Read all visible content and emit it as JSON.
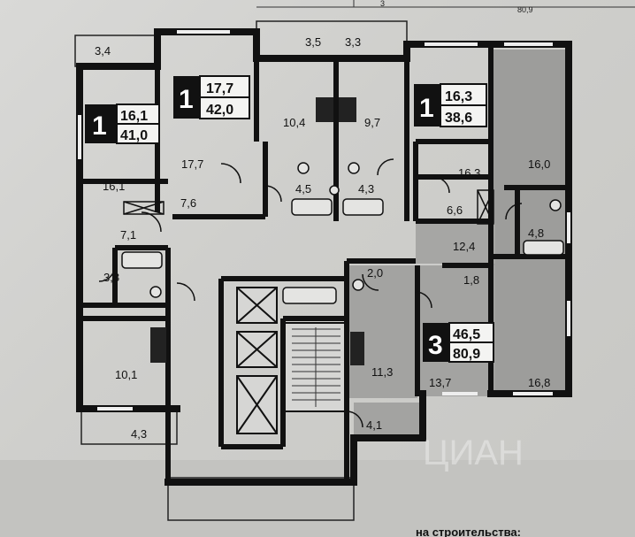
{
  "top_strip": {
    "left": "3",
    "right": "80,9"
  },
  "apartments": [
    {
      "rooms": "1",
      "living": "16,1",
      "total": "41,0"
    },
    {
      "rooms": "1",
      "living": "17,7",
      "total": "42,0"
    },
    {
      "rooms": "1",
      "living": "16,3",
      "total": "38,6"
    },
    {
      "rooms": "3",
      "living": "46,5",
      "total": "80,9"
    }
  ],
  "room_areas": {
    "a": "3,4",
    "b": "3,5",
    "c": "3,3",
    "d": "10,4",
    "e": "9,7",
    "f": "17,7",
    "g": "16,1",
    "h": "7,6",
    "i": "4,5",
    "j": "4,3",
    "k": "16,3",
    "l": "16,0",
    "m": "6,6",
    "n": "7,1",
    "o": "12,4",
    "p": "4,8",
    "q": "3,8",
    "r": "2,0",
    "s": "1,8",
    "t": "10,1",
    "u": "11,3",
    "v": "13,7",
    "w": "16,8",
    "x": "4,3",
    "y": "4,1"
  },
  "watermark": "ЦИАН",
  "footer_text": "на строительства:"
}
